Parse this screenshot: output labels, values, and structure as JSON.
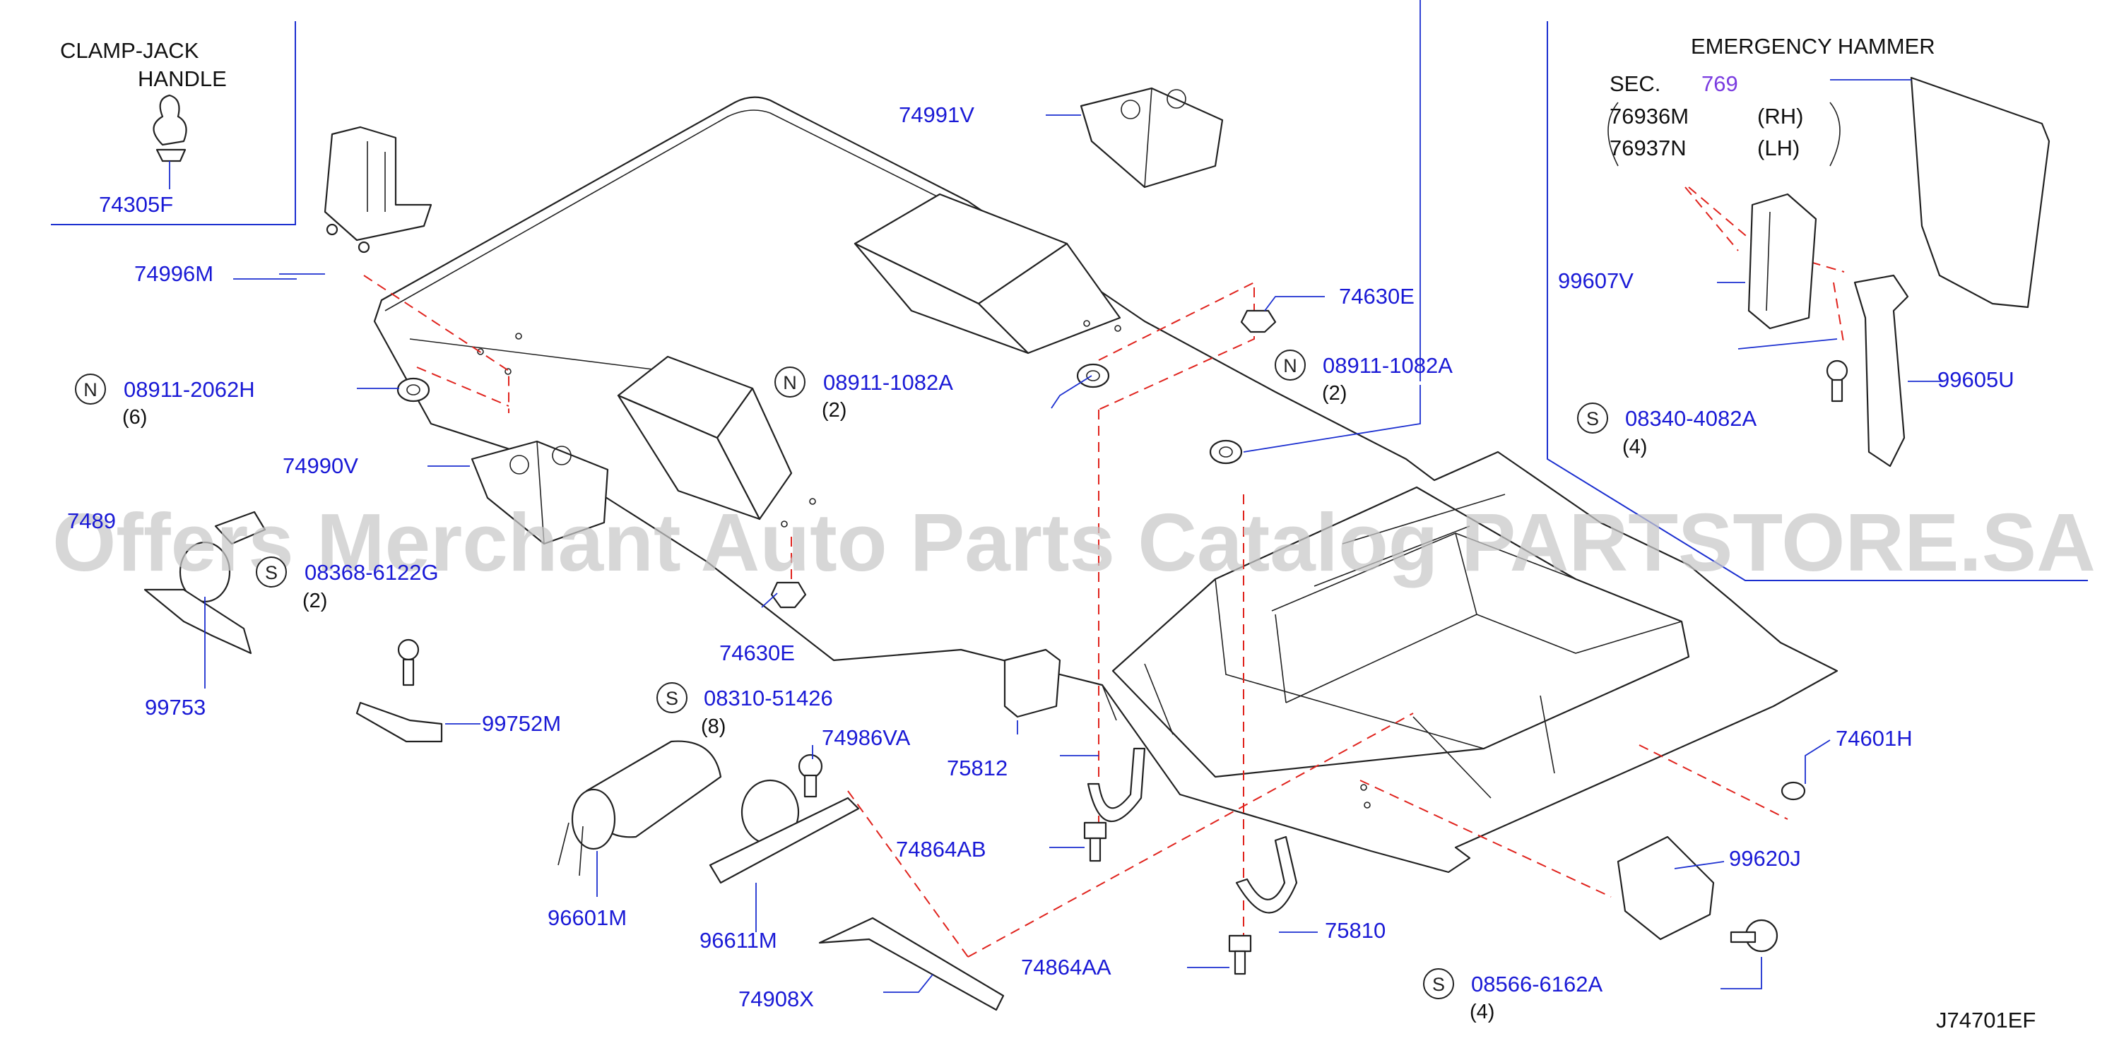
{
  "diagram_code": "J74701EF",
  "watermark": "Offers Merchant Auto Parts Catalog PARTSTORE.SA",
  "colors": {
    "part_number": "#1a1ad6",
    "section_link": "#7a3ce0",
    "dashed_line": "#e0231d",
    "leader": "#1b2fd0",
    "outline": "#222222"
  },
  "clamp_jack": {
    "title_line1": "CLAMP-JACK",
    "title_line2": "HANDLE",
    "part": "74305F"
  },
  "emergency_hammer": {
    "title": "EMERGENCY   HAMMER",
    "sec_label": "SEC.",
    "sec_number": "769",
    "rh_part": "76936M",
    "rh_side": "(RH)",
    "lh_part": "76937N",
    "lh_side": "(LH)"
  },
  "callouts": {
    "p74996M": "74996M",
    "p74991V": "74991V",
    "p74990V": "74990V",
    "p74630E_top": "74630E",
    "p74630E_mid": "74630E",
    "p7489": "7489",
    "p99753": "99753",
    "p99752M": "99752M",
    "p96601M": "96601M",
    "p96611M": "96611M",
    "p74986VA": "74986VA",
    "p74864AB": "74864AB",
    "p74864AA": "74864AA",
    "p74908X": "74908X",
    "p75812": "75812",
    "p75810": "75810",
    "p74601H": "74601H",
    "p99620J": "99620J",
    "p99607V": "99607V",
    "p99605U": "99605U"
  },
  "marked_parts": {
    "n1": {
      "mark": "N",
      "part": "08911-2062H",
      "qty": "(6)"
    },
    "n2": {
      "mark": "N",
      "part": "08911-1082A",
      "qty": "(2)"
    },
    "n3": {
      "mark": "N",
      "part": "08911-1082A",
      "qty": "(2)"
    },
    "s1": {
      "mark": "S",
      "part": "08368-6122G",
      "qty": "(2)"
    },
    "s2": {
      "mark": "S",
      "part": "08310-51426",
      "qty": "(8)"
    },
    "s3": {
      "mark": "S",
      "part": "08340-4082A",
      "qty": "(4)"
    },
    "s4": {
      "mark": "S",
      "part": "08566-6162A",
      "qty": "(4)"
    }
  },
  "icons": [
    "clip",
    "jack-bracket",
    "tool-tray",
    "grommet",
    "nut",
    "bolt",
    "hose-clamp",
    "cylinder",
    "strap",
    "hammer-mount",
    "hammer",
    "floor-trim-panel"
  ]
}
